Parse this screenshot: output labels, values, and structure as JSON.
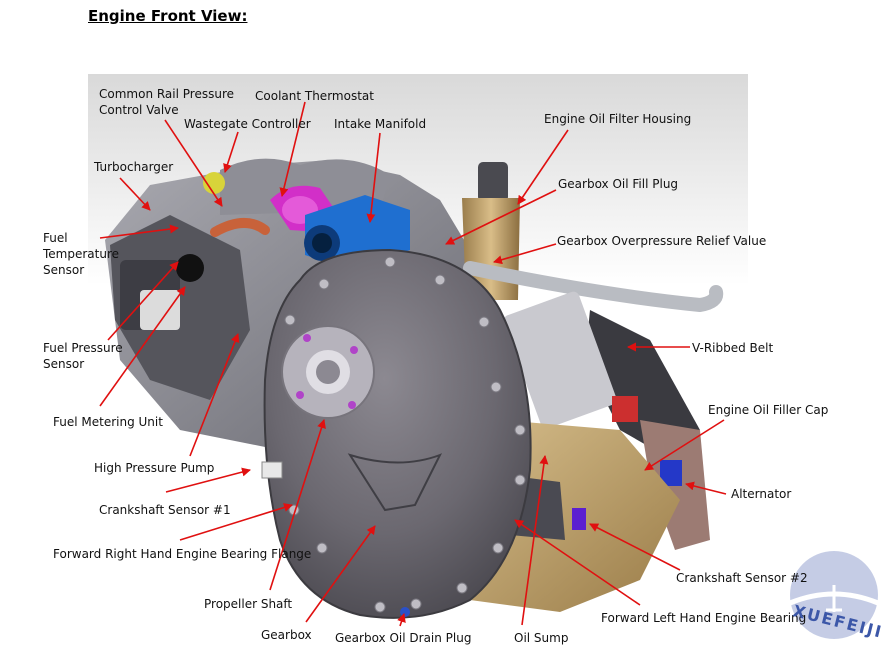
{
  "title": "Engine Front View:",
  "labels": {
    "common_rail": "Common Rail Pressure Control Valve",
    "coolant_thermostat": "Coolant Thermostat",
    "wastegate": "Wastegate Controller",
    "intake_manifold": "Intake Manifold",
    "oil_filter_housing": "Engine Oil Filter Housing",
    "turbocharger": "Turbocharger",
    "gearbox_oil_fill": "Gearbox Oil Fill Plug",
    "fuel_temp_sensor": "Fuel Temperature Sensor",
    "gearbox_relief": "Gearbox Overpressure Relief Value",
    "fuel_pressure_sensor": "Fuel Pressure Sensor",
    "v_ribbed_belt": "V-Ribbed Belt",
    "fuel_metering": "Fuel Metering Unit",
    "oil_filler_cap": "Engine Oil Filler Cap",
    "high_pressure_pump": "High Pressure Pump",
    "alternator": "Alternator",
    "crankshaft_sensor_1": "Crankshaft Sensor #1",
    "fwd_right_bearing": "Forward Right Hand Engine Bearing Flange",
    "crankshaft_sensor_2": "Crankshaft Sensor #2",
    "propeller_shaft": "Propeller Shaft",
    "fwd_left_bearing": "Forward Left Hand Engine Bearing",
    "gearbox": "Gearbox",
    "gearbox_drain": "Gearbox Oil Drain Plug",
    "oil_sump": "Oil Sump"
  },
  "watermark": "XUEFEIJI",
  "colors": {
    "arrow": "#e01010",
    "cover": "#6e6b73",
    "sump": "#b89a63",
    "turbo_pink": "#d22fc8",
    "intake_blue": "#1f6fd0",
    "watermark": "#3c57a8"
  }
}
